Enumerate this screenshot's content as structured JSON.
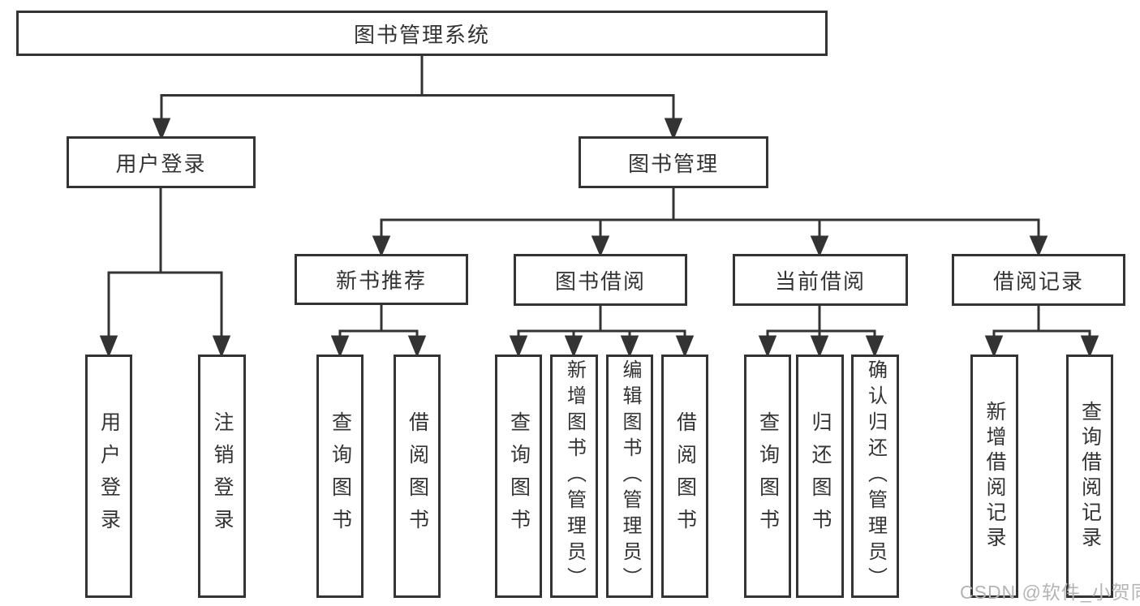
{
  "colors": {
    "line": "#333333",
    "box_border": "#333333",
    "text": "#333333",
    "background": "#ffffff",
    "watermark": "#b4b4b4"
  },
  "watermark": {
    "text": "CSDN @软件_小贺同学"
  },
  "tree": {
    "label": "图书管理系统",
    "children": [
      {
        "label": "用户登录",
        "children": [
          {
            "label": "用户登录"
          },
          {
            "label": "注销登录"
          }
        ]
      },
      {
        "label": "图书管理",
        "children": [
          {
            "label": "新书推荐",
            "children": [
              {
                "label": "查询图书"
              },
              {
                "label": "借阅图书"
              }
            ]
          },
          {
            "label": "图书借阅",
            "children": [
              {
                "label": "查询图书"
              },
              {
                "label": "新增图书（管理员）"
              },
              {
                "label": "编辑图书（管理员）"
              },
              {
                "label": "借阅图书"
              }
            ]
          },
          {
            "label": "当前借阅",
            "children": [
              {
                "label": "查询图书"
              },
              {
                "label": "归还图书"
              },
              {
                "label": "确认归还（管理员）"
              }
            ]
          },
          {
            "label": "借阅记录",
            "children": [
              {
                "label": "新增借阅记录"
              },
              {
                "label": "查询借阅记录"
              }
            ]
          }
        ]
      }
    ]
  }
}
